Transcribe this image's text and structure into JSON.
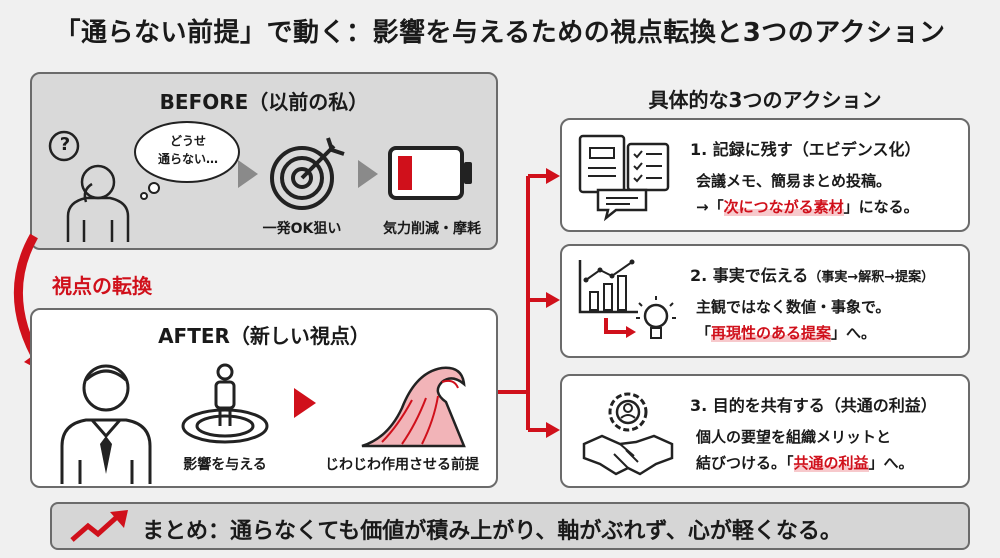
{
  "title": "「通らない前提」で動く：影響を与えるための視点転換と3つのアクション",
  "before": {
    "heading": "BEFORE（以前の私）",
    "thought_line1": "どうせ",
    "thought_line2": "通らない…",
    "question_mark": "?",
    "target_caption": "一発OK狙い",
    "battery_caption": "気力削減・摩耗"
  },
  "shift_label": "視点の転換",
  "after": {
    "heading": "AFTER（新しい視点）",
    "influence_caption": "影響を与える",
    "wave_caption": "じわじわ作用させる前提"
  },
  "actions_heading": "具体的な3つのアクション",
  "actions": [
    {
      "title": "1. 記録に残す（エビデンス化）",
      "line1": "会議メモ、簡易まとめ投稿。",
      "line2_prefix": "→「",
      "line2_highlight": "次につながる素材",
      "line2_suffix": "」になる。"
    },
    {
      "title": "2. 事実で伝える",
      "title_sub": "（事実→解釈→提案）",
      "line1": "主観ではなく数値・事象で。",
      "line2_prefix": "「",
      "line2_highlight": "再現性のある提案",
      "line2_suffix": "」へ。"
    },
    {
      "title": "3. 目的を共有する（共通の利益）",
      "line1": "個人の要望を組織メリットと",
      "line2_prefix": "結びつける。「",
      "line2_highlight": "共通の利益",
      "line2_suffix": "」へ。"
    }
  ],
  "summary": "まとめ：通らなくても価値が積み上がり、軸がぶれず、心が軽くなる。",
  "colors": {
    "accent_red": "#d0101b",
    "panel_gray": "#d9d9d9",
    "border": "#6b6b6b"
  }
}
